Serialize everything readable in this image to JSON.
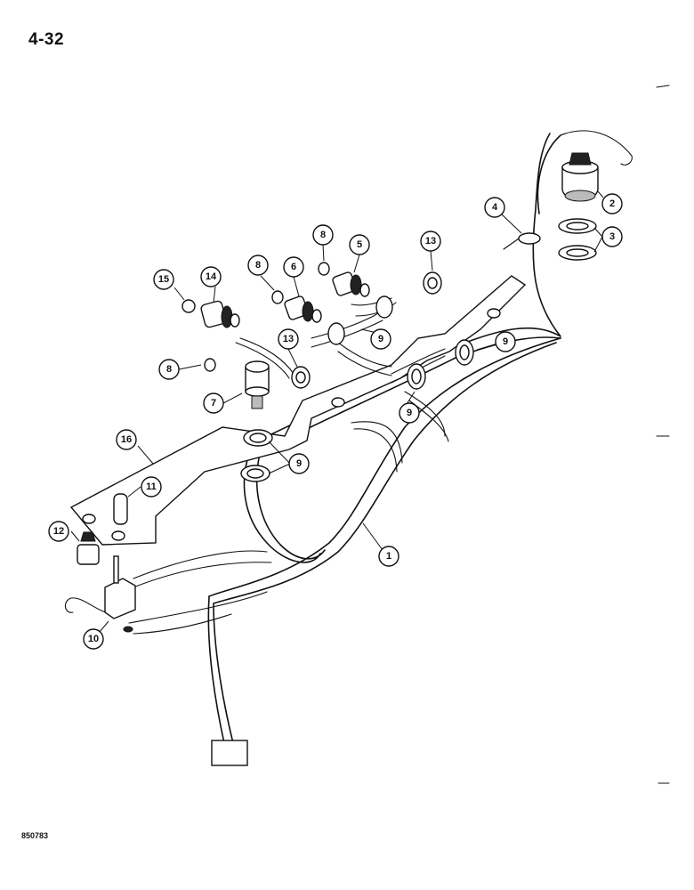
{
  "page_number": "4-32",
  "figure_code": "850783",
  "callouts": [
    {
      "id": "c1",
      "label": "1"
    },
    {
      "id": "c2",
      "label": "2"
    },
    {
      "id": "c3",
      "label": "3"
    },
    {
      "id": "c4",
      "label": "4"
    },
    {
      "id": "c5",
      "label": "5"
    },
    {
      "id": "c6",
      "label": "6"
    },
    {
      "id": "c7",
      "label": "7"
    },
    {
      "id": "c8a",
      "label": "8"
    },
    {
      "id": "c8b",
      "label": "8"
    },
    {
      "id": "c8c",
      "label": "8"
    },
    {
      "id": "c9a",
      "label": "9"
    },
    {
      "id": "c9b",
      "label": "9"
    },
    {
      "id": "c9c",
      "label": "9"
    },
    {
      "id": "c9d",
      "label": "9"
    },
    {
      "id": "c10",
      "label": "10"
    },
    {
      "id": "c11",
      "label": "11"
    },
    {
      "id": "c12",
      "label": "12"
    },
    {
      "id": "c13a",
      "label": "13"
    },
    {
      "id": "c13b",
      "label": "13"
    },
    {
      "id": "c14",
      "label": "14"
    },
    {
      "id": "c15",
      "label": "15"
    },
    {
      "id": "c16",
      "label": "16"
    }
  ]
}
